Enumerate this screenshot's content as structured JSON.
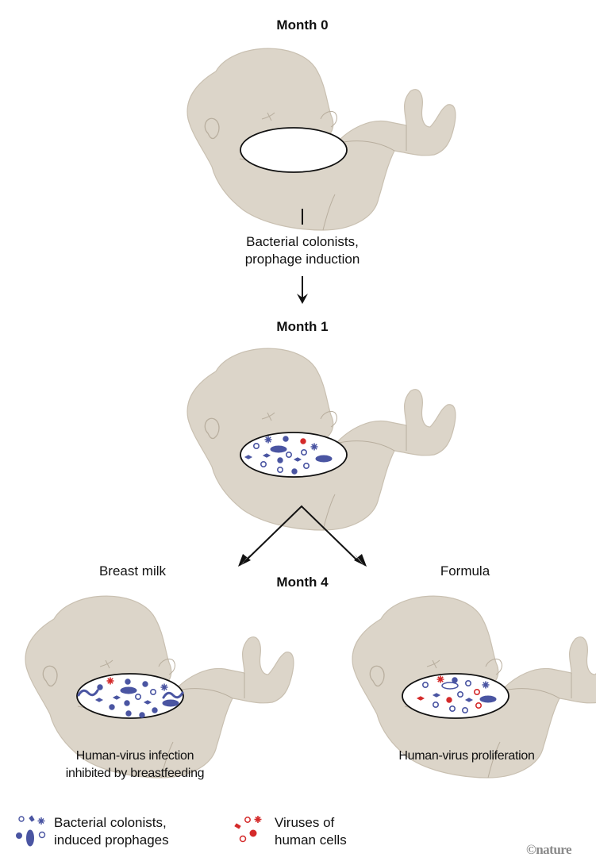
{
  "figure": {
    "stages": {
      "month0": "Month 0",
      "month1": "Month 1",
      "month4": "Month 4"
    },
    "transition_label_line1": "Bacterial colonists,",
    "transition_label_line2": "prophage induction",
    "branches": {
      "left": {
        "label": "Breast milk",
        "caption_line1": "Human-virus infection",
        "caption_line2": "inhibited by breastfeeding"
      },
      "right": {
        "label": "Formula",
        "caption_line1": "Human-virus proliferation"
      }
    },
    "legend": {
      "bacterial_line1": "Bacterial colonists,",
      "bacterial_line2": "induced prophages",
      "viral_line1": "Viruses of",
      "viral_line2": "human cells"
    },
    "credit": "©nature",
    "colors": {
      "skin": "#dcd5c9",
      "skin_outline": "#c9c0b1",
      "bacterial": "#4a55a2",
      "viral": "#d42a2a",
      "gut_outline": "#111111"
    },
    "gut_contents": {
      "month0": {
        "bacterial_count": 0,
        "viral_count": 0
      },
      "month1": {
        "bacterial_count": 16,
        "viral_count": 1
      },
      "month4_breast_milk": {
        "bacterial_count": 19,
        "viral_count": 1
      },
      "month4_formula": {
        "bacterial_count": 12,
        "viral_count": 6
      }
    }
  }
}
